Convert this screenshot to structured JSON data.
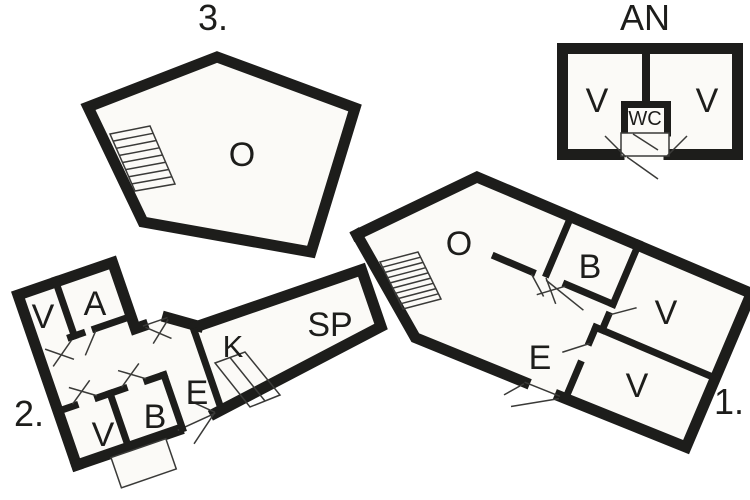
{
  "colors": {
    "wall": "#1d1d1b",
    "thin": "#3a3a38",
    "floor": "#fbfaf7",
    "background": "#ffffff"
  },
  "buildings": [
    {
      "id": "house-1",
      "number_label": "1.",
      "rooms": [
        {
          "label": "O"
        },
        {
          "label": "B"
        },
        {
          "label": "V"
        },
        {
          "label": "V"
        },
        {
          "label": "E"
        }
      ]
    },
    {
      "id": "house-2",
      "number_label": "2.",
      "rooms": [
        {
          "label": "V"
        },
        {
          "label": "A"
        },
        {
          "label": "E"
        },
        {
          "label": "B"
        },
        {
          "label": "V"
        },
        {
          "label": "K"
        },
        {
          "label": "SP"
        }
      ]
    },
    {
      "id": "house-3",
      "number_label": "3.",
      "rooms": [
        {
          "label": "O"
        }
      ]
    },
    {
      "id": "annex",
      "number_label": "AN",
      "rooms": [
        {
          "label": "V"
        },
        {
          "label": "WC"
        },
        {
          "label": "V"
        }
      ]
    }
  ]
}
